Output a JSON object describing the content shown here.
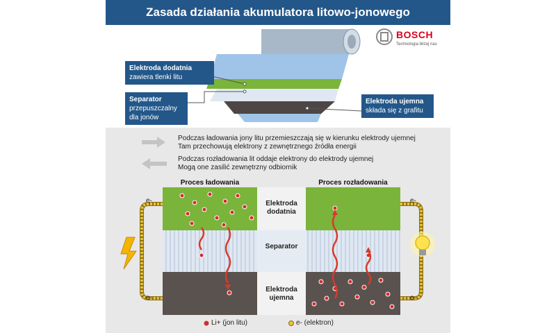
{
  "title": "Zasada działania akumulatora litowo-jonowego",
  "brand": {
    "name": "BOSCH",
    "tagline": "Technologia bliżej nas"
  },
  "labels": {
    "positive": {
      "title": "Elektroda dodatnia",
      "desc": "zawiera tlenki litu"
    },
    "separator": {
      "title": "Separator",
      "desc1": "przepuszczalny",
      "desc2": "dla jonów"
    },
    "negative": {
      "title": "Elektroda ujemna",
      "desc": "składa się z grafitu"
    }
  },
  "info": {
    "charge_line1": "Podczas ładowania jony litu przemieszczają się w kierunku elektrody ujemnej",
    "charge_line2": "Tam przechowują elektrony z zewnętrznego źródła energii",
    "discharge_line1": "Podczas rozładowania lit oddaje elektrony do elektrody ujemnej",
    "discharge_line2": "Mogą one zasilić zewnętrzny odbiornik"
  },
  "process": {
    "charging": "Proces ładowania",
    "discharging": "Proces rozładowania"
  },
  "layers": {
    "positive_1": "Elektroda",
    "positive_2": "dodatnia",
    "separator": "Separator",
    "negative_1": "Elektroda",
    "negative_2": "ujemna"
  },
  "electron_label": "e-",
  "legend": {
    "ion": "Li+ (jon litu)",
    "electron": "e- (elektron)"
  },
  "colors": {
    "header": "#23578a",
    "green": "#7ab43a",
    "separator": "#cfdcec",
    "graphite": "#5a524e",
    "ion": "#d62b2b",
    "electron": "#e8c33a",
    "wave": "#d83a2a"
  },
  "icons": {
    "brand": "bosch-logo-icon",
    "power": "lightning-icon",
    "load": "lightbulb-icon"
  }
}
